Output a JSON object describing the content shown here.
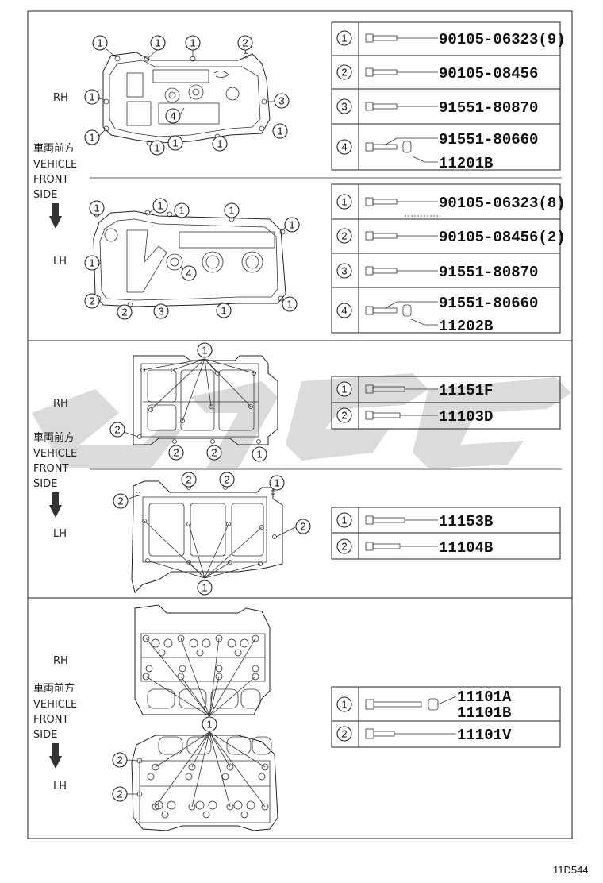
{
  "side_labels": {
    "rh": "RH",
    "lh": "LH",
    "vehicle_jp": "車両前方",
    "vehicle": "VEHICLE",
    "front": "FRONT",
    "side": "SIDE"
  },
  "sections": {
    "cam_cover": {
      "rh_callouts": [
        "1",
        "1",
        "1",
        "2",
        "1",
        "3",
        "1",
        "4",
        "1",
        "1",
        "1",
        "1"
      ],
      "lh_callouts": [
        "1",
        "1",
        "1",
        "1",
        "1",
        "1",
        "4",
        "2",
        "2",
        "3",
        "1",
        "1"
      ],
      "rh_table": [
        {
          "no": "1",
          "part": "90105-06323(9)"
        },
        {
          "no": "2",
          "part": "90105-08456"
        },
        {
          "no": "3",
          "part": "91551-80870"
        },
        {
          "no": "4",
          "part": "91551-80660",
          "part2": "11201B"
        }
      ],
      "lh_table": [
        {
          "no": "1",
          "part": "90105-06323(8)"
        },
        {
          "no": "2",
          "part": "90105-08456(2)"
        },
        {
          "no": "3",
          "part": "91551-80870"
        },
        {
          "no": "4",
          "part": "91551-80660",
          "part2": "11202B"
        }
      ]
    },
    "cam_housing": {
      "rh_callouts": [
        "1",
        "2",
        "2",
        "2",
        "1"
      ],
      "lh_callouts": [
        "2",
        "2",
        "1",
        "2",
        "2",
        "1"
      ],
      "rh_table": [
        {
          "no": "1",
          "part": "11151F"
        },
        {
          "no": "2",
          "part": "11103D"
        }
      ],
      "lh_table": [
        {
          "no": "1",
          "part": "11153B"
        },
        {
          "no": "2",
          "part": "11104B"
        }
      ]
    },
    "head": {
      "callouts": [
        "1",
        "2",
        "2"
      ],
      "table": [
        {
          "no": "1",
          "part": "11101A",
          "part2": "11101B"
        },
        {
          "no": "2",
          "part": "11101V"
        }
      ]
    }
  },
  "figure_code": "11D544"
}
